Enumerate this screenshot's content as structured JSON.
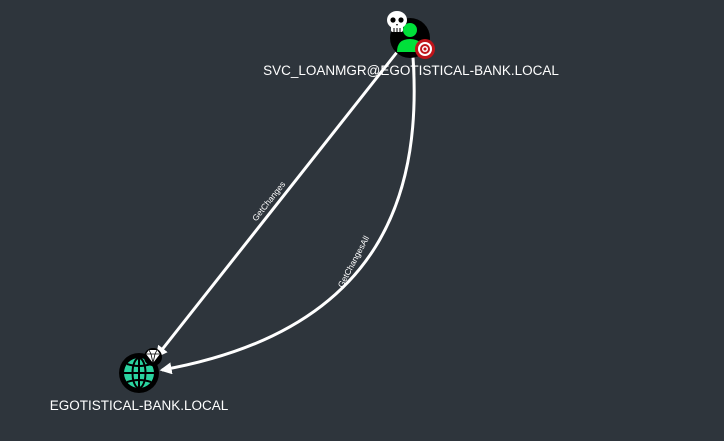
{
  "graph": {
    "background_color": "#2e353c",
    "nodes": [
      {
        "id": "user",
        "label": "SVC_LOANMGR@EGOTISTICAL-BANK.LOCAL",
        "type": "user",
        "icon": "user-icon",
        "badges": [
          "skull-icon",
          "target-icon"
        ],
        "icon_color": "#00e03a"
      },
      {
        "id": "domain",
        "label": "EGOTISTICAL-BANK.LOCAL",
        "type": "domain",
        "icon": "globe-icon",
        "badges": [
          "diamond-icon"
        ],
        "icon_color": "#2ad4a0"
      }
    ],
    "edges": [
      {
        "from": "user",
        "to": "domain",
        "label": "GetChanges"
      },
      {
        "from": "user",
        "to": "domain",
        "label": "GetChangesAll"
      }
    ]
  }
}
